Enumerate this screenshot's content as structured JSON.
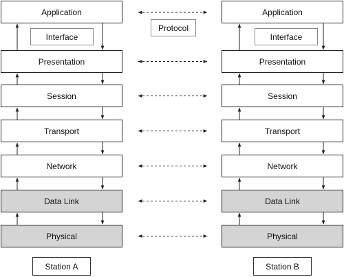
{
  "diagram": {
    "layers": [
      {
        "name": "Application",
        "shaded": false
      },
      {
        "name": "Presentation",
        "shaded": false
      },
      {
        "name": "Session",
        "shaded": false
      },
      {
        "name": "Transport",
        "shaded": false
      },
      {
        "name": "Network",
        "shaded": false
      },
      {
        "name": "Data Link",
        "shaded": true
      },
      {
        "name": "Physical",
        "shaded": true
      }
    ],
    "interface_label": "Interface",
    "protocol_label": "Protocol",
    "stations": [
      "Station A",
      "Station B"
    ],
    "colors": {
      "shaded_layer": "#d4d4d4",
      "line": "#222222"
    }
  }
}
